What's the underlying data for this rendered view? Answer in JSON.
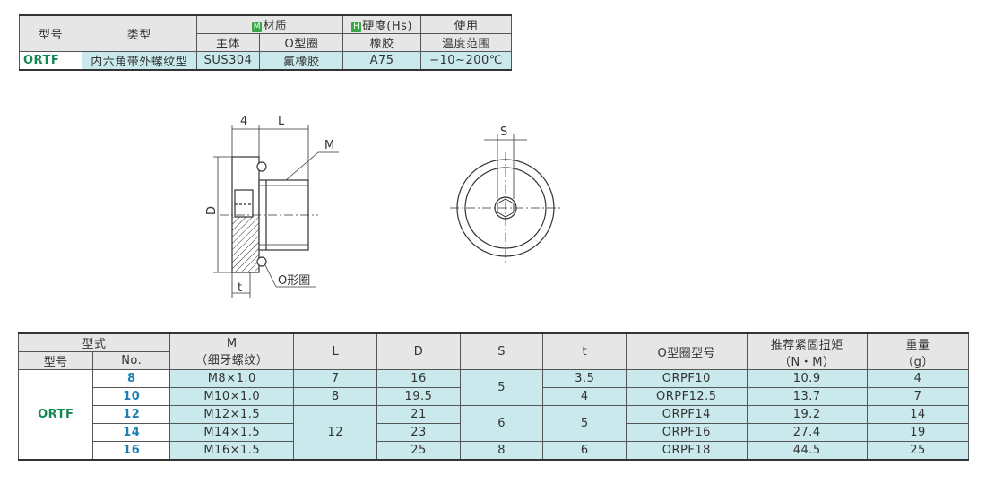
{
  "spec_table": {
    "col_model": "型号",
    "col_type": "类型",
    "material_tag": "M",
    "material_label": "材质",
    "hardness_tag": "H",
    "hardness_label": "硬度(Hs)",
    "temp_label_1": "使用",
    "temp_label_2": "温度范围",
    "sub_body": "主体",
    "sub_oring": "O型圈",
    "sub_rubber": "橡胶",
    "row": {
      "model": "ORTF",
      "type": "内六角带外螺纹型",
      "body": "SUS304",
      "oring": "氟橡胶",
      "hardness": "A75",
      "temp": "−10~200℃"
    }
  },
  "drawing": {
    "label_4": "4",
    "label_L": "L",
    "label_M": "M",
    "label_D": "D",
    "label_t": "t",
    "label_oring": "O形圈",
    "label_S": "S"
  },
  "dim_table": {
    "h_form": "型式",
    "h_model": "型号",
    "h_no": "No.",
    "h_M": "M",
    "h_M_sub": "（细牙螺纹）",
    "h_L": "L",
    "h_D": "D",
    "h_S": "S",
    "h_t": "t",
    "h_oring": "O型圈型号",
    "h_torque": "推荐紧固扭矩",
    "h_torque_unit": "（N・M）",
    "h_weight": "重量",
    "h_weight_unit": "（g）",
    "model": "ORTF",
    "rows": [
      {
        "no": "8",
        "M": "M8×1.0",
        "L": "7",
        "D": "16",
        "S": "5",
        "t": "3.5",
        "oring": "ORPF10",
        "torque": "10.9",
        "weight": "4"
      },
      {
        "no": "10",
        "M": "M10×1.0",
        "L": "8",
        "D": "19.5",
        "S": "5",
        "t": "4",
        "oring": "ORPF12.5",
        "torque": "13.7",
        "weight": "7"
      },
      {
        "no": "12",
        "M": "M12×1.5",
        "L": "12",
        "D": "21",
        "S": "6",
        "t": "5",
        "oring": "ORPF14",
        "torque": "19.2",
        "weight": "14"
      },
      {
        "no": "14",
        "M": "M14×1.5",
        "L": "12",
        "D": "23",
        "S": "6",
        "t": "5",
        "oring": "ORPF16",
        "torque": "27.4",
        "weight": "19"
      },
      {
        "no": "16",
        "M": "M16×1.5",
        "L": "12",
        "D": "25",
        "S": "8",
        "t": "6",
        "oring": "ORPF18",
        "torque": "44.5",
        "weight": "25"
      }
    ]
  }
}
